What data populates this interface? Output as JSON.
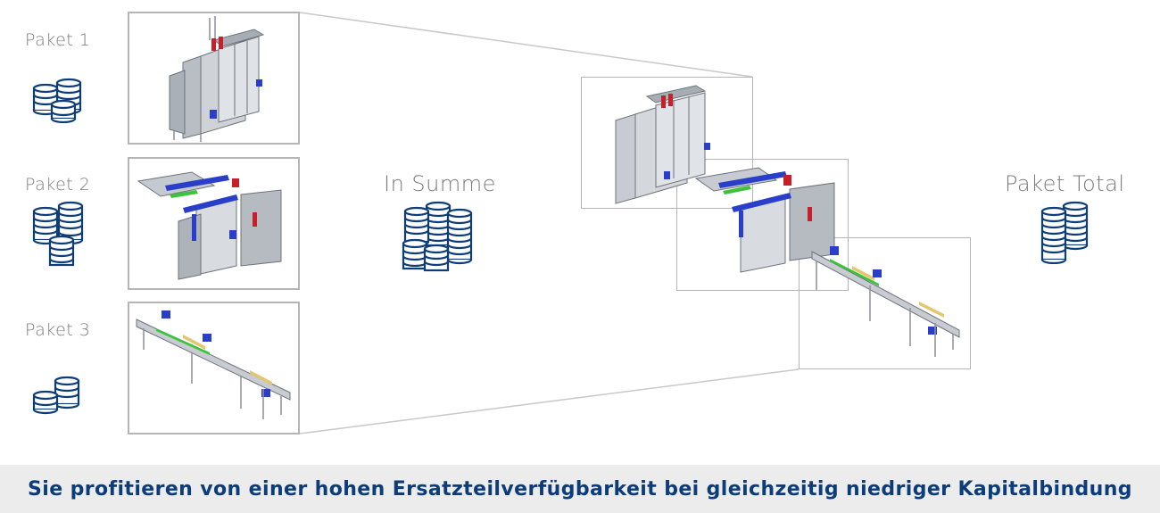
{
  "packages": [
    {
      "label": "Paket 1"
    },
    {
      "label": "Paket 2"
    },
    {
      "label": "Paket 3"
    }
  ],
  "sum_label": "In Summe",
  "total_label": "Paket Total",
  "footer_text": "Sie profitieren von einer hohen Ersatzteilverfügbarkeit bei gleichzeitig niedriger Kapitalbindung",
  "colors": {
    "coin": "#0d3c7a",
    "frame": "#b5b5b5",
    "footer_bg": "#ececec",
    "machine_gray": "#9aa0a8",
    "machine_blue": "#2a3fc9",
    "machine_red": "#c8202a",
    "conveyor_green": "#3cc23c"
  },
  "icons": [
    "coin-stack-icon"
  ]
}
